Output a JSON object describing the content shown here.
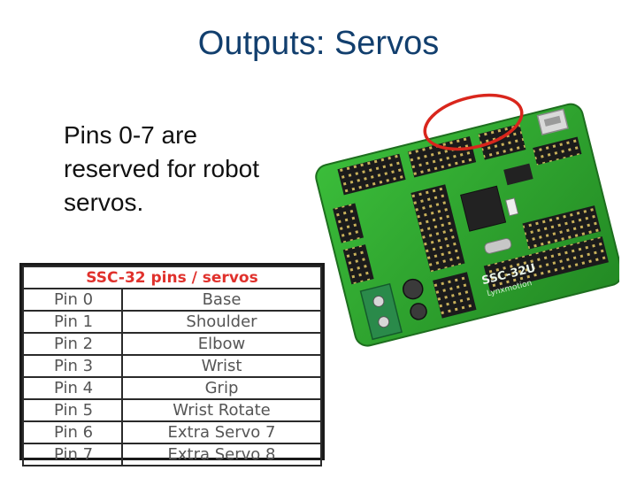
{
  "slide": {
    "title": "Outputs: Servos",
    "body_lines": [
      "Pins 0-7 are",
      "reserved for robot",
      "servos."
    ]
  },
  "pin_table": {
    "header": "SSC-32 pins / servos",
    "rows": [
      {
        "pin": "Pin 0",
        "servo": "Base"
      },
      {
        "pin": "Pin 1",
        "servo": "Shoulder"
      },
      {
        "pin": "Pin 2",
        "servo": "Elbow"
      },
      {
        "pin": "Pin 3",
        "servo": "Wrist"
      },
      {
        "pin": "Pin 4",
        "servo": "Grip"
      },
      {
        "pin": "Pin 5",
        "servo": "Wrist Rotate"
      },
      {
        "pin": "Pin 6",
        "servo": "Extra Servo 7"
      },
      {
        "pin": "Pin 7",
        "servo": "Extra Servo 8"
      }
    ]
  },
  "board_photo": {
    "label_main": "SSC-32U",
    "label_sub": "Lynxmotion",
    "board_color": "#2fa82e",
    "highlight_color": "#d9261c"
  }
}
